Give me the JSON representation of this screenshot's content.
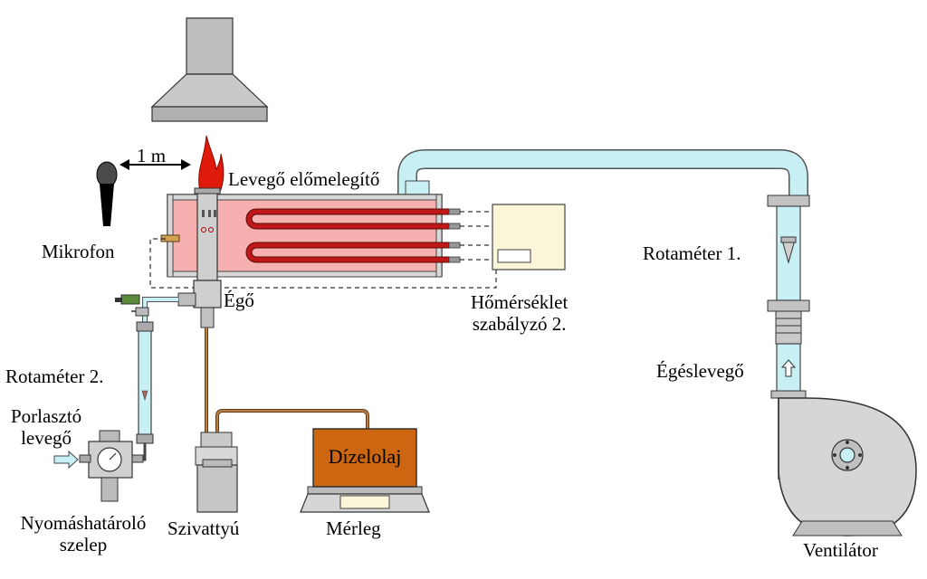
{
  "labels": {
    "distance": "1 m",
    "microphone": "Mikrofon",
    "preheater": "Levegő előmelegítő",
    "burner": "Égő",
    "temp_controller_line1": "Hőmérséklet",
    "temp_controller_line2": "szabályzó 2.",
    "rotameter1": "Rotaméter 1.",
    "rotameter2": "Rotaméter 2.",
    "atomizing_air_line1": "Porlasztó",
    "atomizing_air_line2": "levegő",
    "combustion_air": "Égéslevegő",
    "pressure_valve_line1": "Nyomáshatároló",
    "pressure_valve_line2": "szelep",
    "pump": "Szivattyú",
    "diesel": "Dízelolaj",
    "scale": "Mérleg",
    "fan": "Ventilátor"
  },
  "colors": {
    "duct": "#c8f0f4",
    "preheater_body": "#f6b0b0",
    "heater_coil": "#b01818",
    "flame": "#e01a0a",
    "oil_tank": "#cc6610",
    "controller": "#fbf6d8",
    "hood": "#bebebe",
    "fan": "#d6d6d6",
    "copper_line": "#b8703a"
  }
}
